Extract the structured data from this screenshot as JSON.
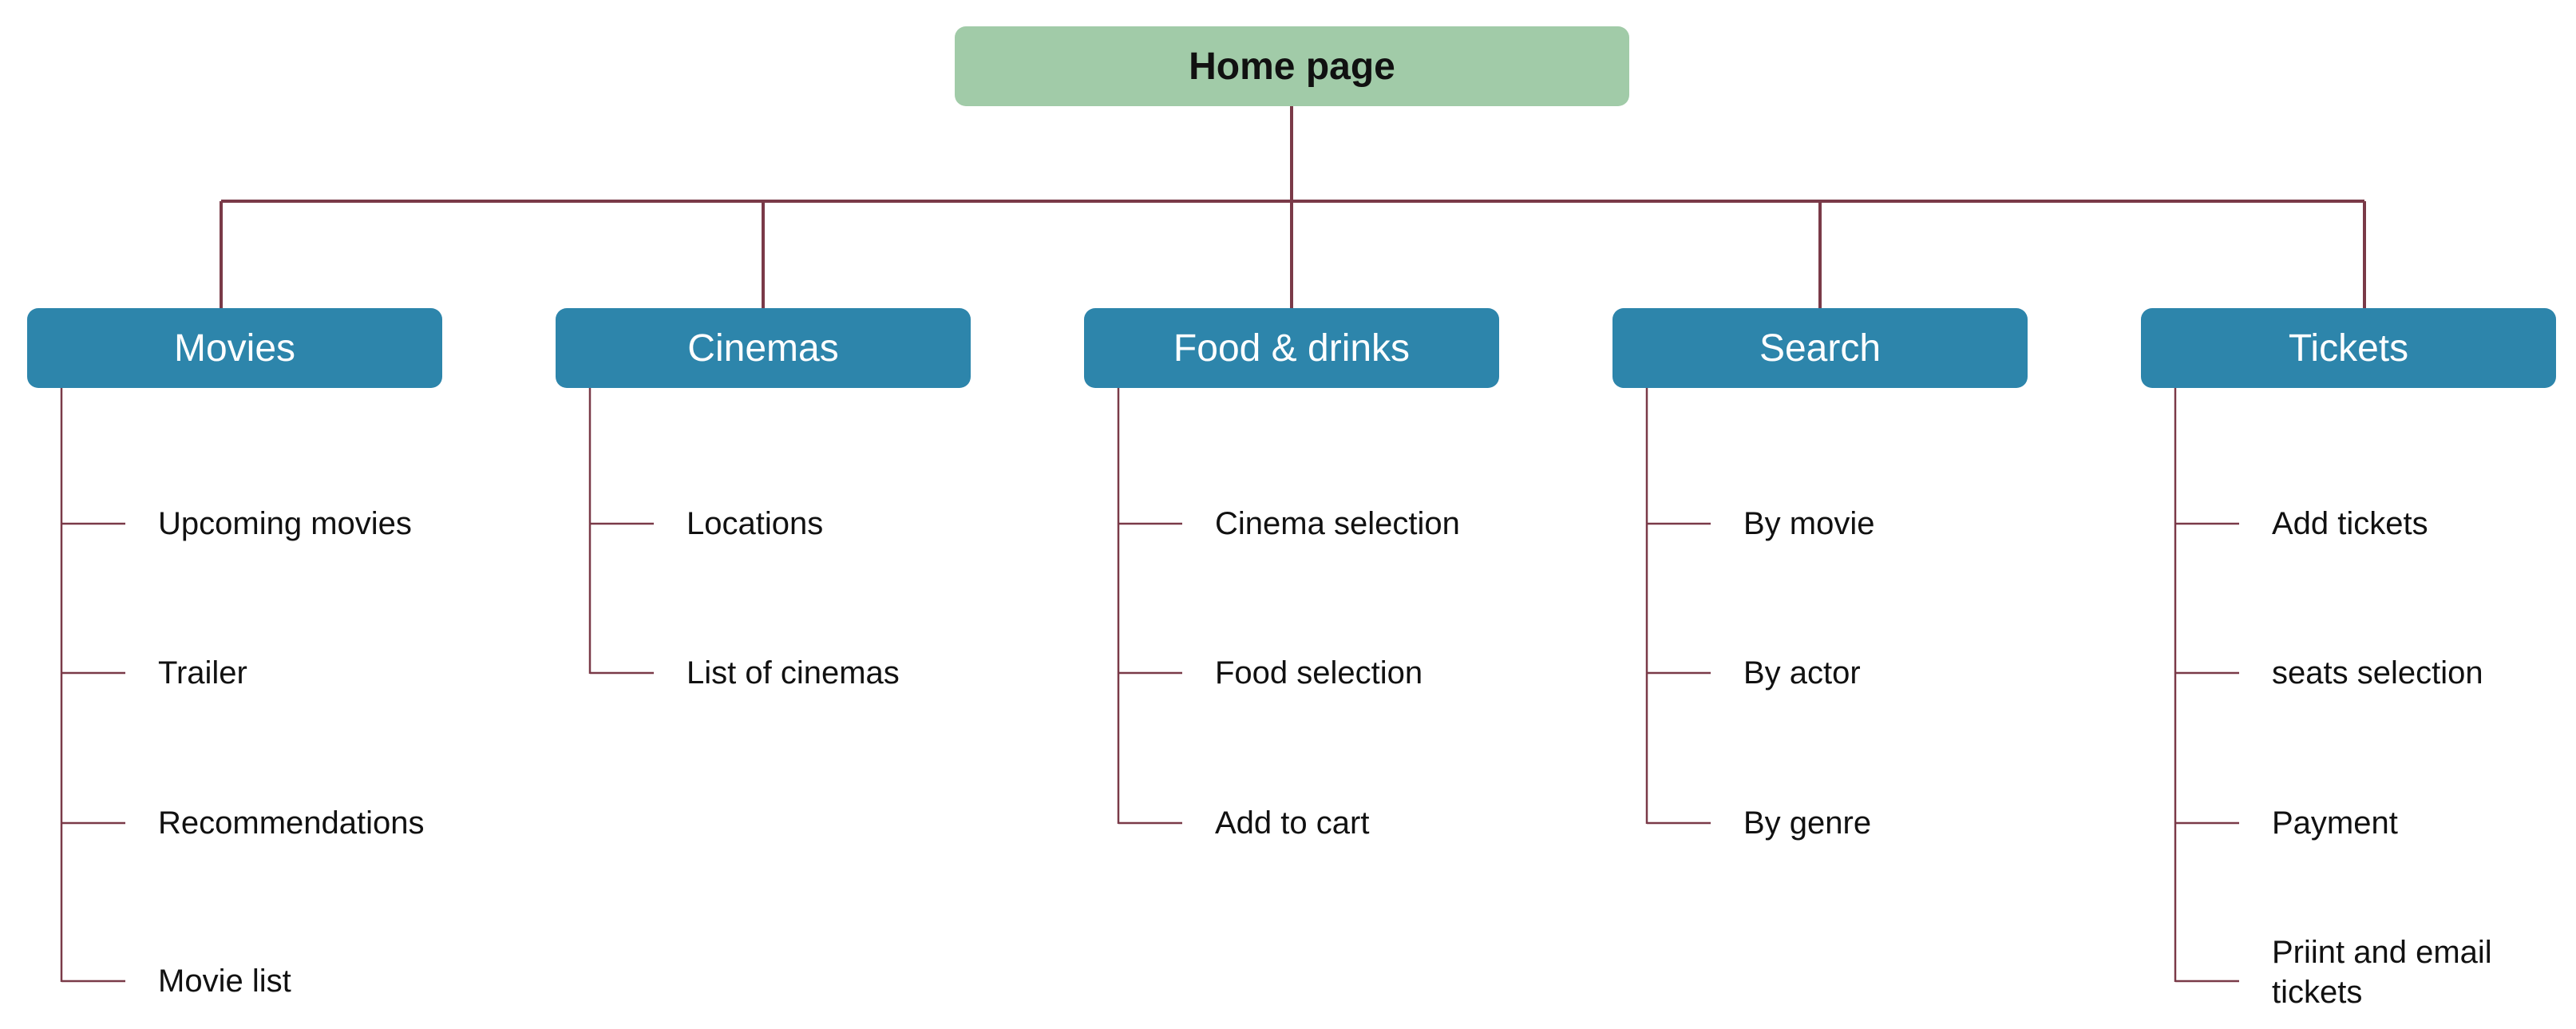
{
  "root": {
    "label": "Home page",
    "color": "#a1cba8"
  },
  "colors": {
    "category_box": "#2d85ab",
    "connector": "#7a3a48",
    "text": "#111111"
  },
  "categories": [
    {
      "label": "Movies",
      "items": [
        "Upcoming movies",
        "Trailer",
        "Recommendations",
        "Movie list"
      ]
    },
    {
      "label": "Cinemas",
      "items": [
        "Locations",
        "List of cinemas"
      ]
    },
    {
      "label": "Food & drinks",
      "items": [
        "Cinema selection",
        "Food selection",
        "Add to cart"
      ]
    },
    {
      "label": "Search",
      "items": [
        "By movie",
        "By actor",
        "By genre"
      ]
    },
    {
      "label": "Tickets",
      "items": [
        "Add tickets",
        "seats selection",
        "Payment",
        "Priint and email tickets"
      ]
    }
  ]
}
